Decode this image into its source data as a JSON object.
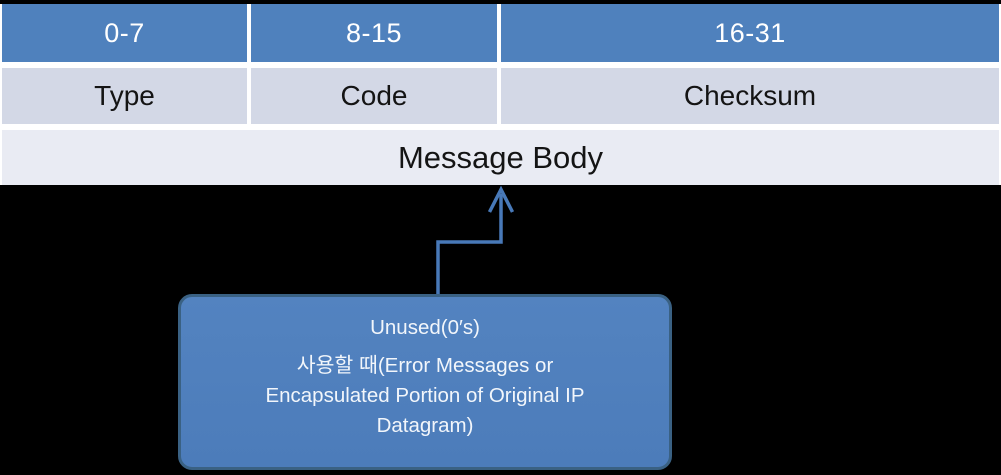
{
  "table": {
    "header_row": [
      "0-7",
      "8-15",
      "16-31"
    ],
    "field_row": [
      "Type",
      "Code",
      "Checksum"
    ],
    "body_row": [
      "Message Body"
    ]
  },
  "note_box": {
    "line1": "Unused(0′s)",
    "line2": "사용할 때(Error Messages or Encapsulated Portion of Original IP Datagram)"
  },
  "colors": {
    "background": "#000000",
    "header_bg": "#4f81bd",
    "header_text": "#ffffff",
    "field_bg": "#d3d8e6",
    "body_bg": "#e9ebf3",
    "separator": "#ffffff",
    "cell_text": "#141414",
    "box_fill": "#4c7cba",
    "box_border": "#3a6183",
    "box_text": "#f2f6fb",
    "arrow": "#4879b8"
  }
}
